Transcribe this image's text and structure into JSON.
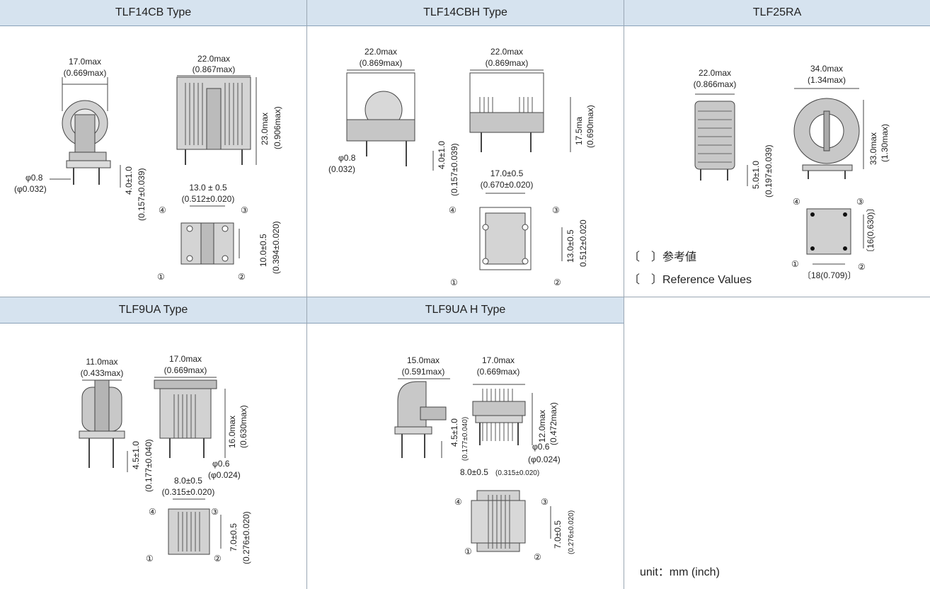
{
  "headers": {
    "tlf14cb": "TLF14CB Type",
    "tlf14cbh": "TLF14CBH Type",
    "tlf25ra": "TLF25RA",
    "tlf9ua": "TLF9UA Type",
    "tlf9uah": "TLF9UA H Type"
  },
  "pins": {
    "p1": "①",
    "p2": "②",
    "p3": "③",
    "p4": "④"
  },
  "tlf14cb": {
    "w1": "17.0max",
    "w1i": "(0.669max)",
    "w2": "22.0max",
    "w2i": "(0.867max)",
    "h": "23.0max",
    "hi": "(0.906max)",
    "lead": "4.0±1.0",
    "leadi": "(0.157±0.039)",
    "dia": "φ0.8",
    "diai": "(φ0.032)",
    "pitch": "13.0 ± 0.5",
    "pitchi": "(0.512±0.020)",
    "vpitch": "10.0±0.5",
    "vpitchi": "(0.394±0.020)"
  },
  "tlf14cbh": {
    "w1": "22.0max",
    "w1i": "(0.869max)",
    "w2": "22.0max",
    "w2i": "(0.869max)",
    "h": "17.5ma",
    "hi": "(0.690max)",
    "lead": "4.0±1.0",
    "leadi": "(0.157±0.039)",
    "dia": "φ0.8",
    "diai": "(0.032)",
    "pitch": "17.0±0.5",
    "pitchi": "(0.670±0.020)",
    "vpitch": "13.0±0.5",
    "vpitchi": "0.512±0.020"
  },
  "tlf25ra": {
    "w1": "22.0max",
    "w1i": "(0.866max)",
    "w2": "34.0max",
    "w2i": "(1.34max)",
    "h": "33.0max",
    "hi": "(1.30max)",
    "lead": "5.0±1.0",
    "leadi": "(0.197±0.039)",
    "vpitch": "〔16(0.630)〕",
    "hpitch": "〔18(0.709)〕",
    "ref_jp": "〔　〕参考値",
    "ref_en": "〔　〕Reference Values"
  },
  "tlf9ua": {
    "w1": "11.0max",
    "w1i": "(0.433max)",
    "w2": "17.0max",
    "w2i": "(0.669max)",
    "h": "16.0max",
    "hi": "(0.630max)",
    "lead": "4.5±1.0",
    "leadi": "(0.177±0.040)",
    "dia": "φ0.6",
    "diai": "(φ0.024)",
    "pitch": "8.0±0.5",
    "pitchi": "(0.315±0.020)",
    "vpitch": "7.0±0.5",
    "vpitchi": "(0.276±0.020)"
  },
  "tlf9uah": {
    "w1": "15.0max",
    "w1i": "(0.591max)",
    "w2": "17.0max",
    "w2i": "(0.669max)",
    "h": "12.0max",
    "hi": "(0.472max)",
    "lead": "4.5±1.0",
    "leadi": "(0.177±0.040)",
    "dia": "φ0.6",
    "diai": "(φ0.024)",
    "pitch": "8.0±0.5",
    "pitchi": "(0.315±0.020)",
    "vpitch": "7.0±0.5",
    "vpitchi": "(0.276±0.020)"
  },
  "unit": "unit：mm (inch)"
}
